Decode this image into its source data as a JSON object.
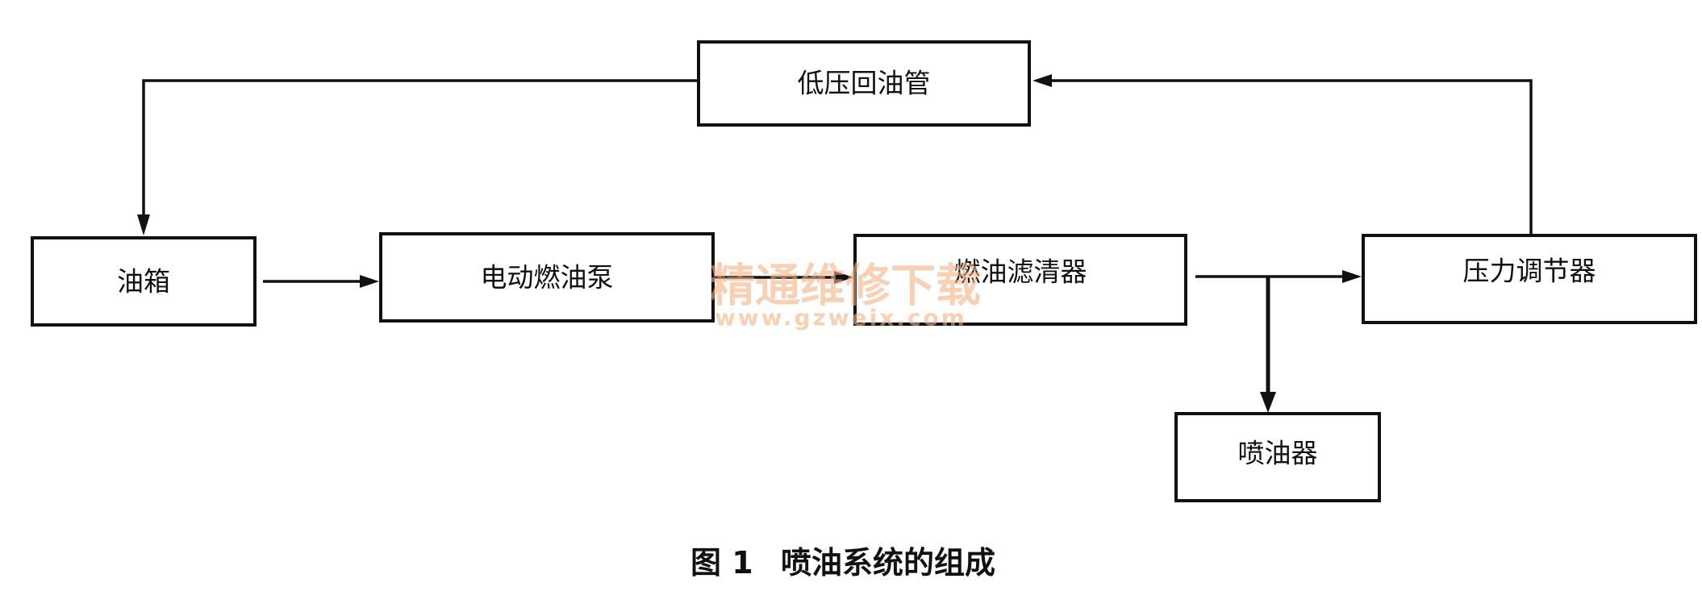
{
  "nodes": {
    "low_pressure_return": "低压回油管",
    "fuel_tank": "油箱",
    "electric_pump": "电动燃油泵",
    "fuel_filter": "燃油滤清器",
    "pressure_regulator": "压力调节器",
    "injector": "喷油器"
  },
  "caption": {
    "figure_number": "图 1",
    "title": "喷油系统的组成"
  },
  "watermark": {
    "site_name": "精通维修下载",
    "url": "www.gzweix.com"
  }
}
